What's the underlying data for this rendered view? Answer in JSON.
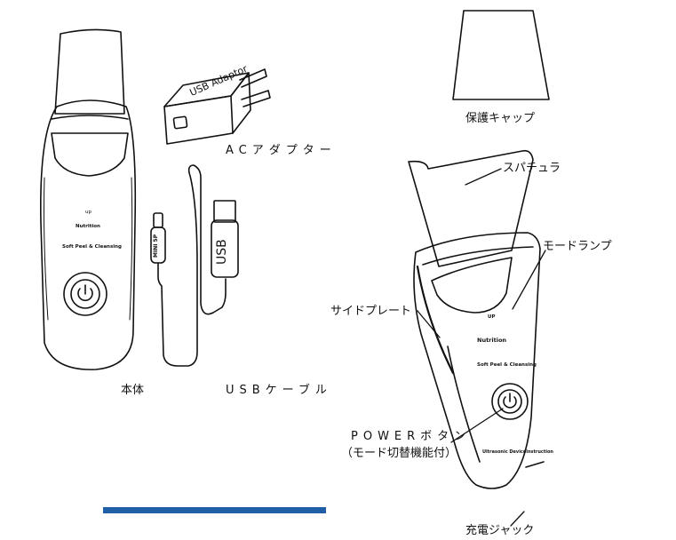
{
  "left_device": {
    "mode_text": "up",
    "line1": "Nutrition",
    "line2": "Soft Peel & Cleansing"
  },
  "adapter": {
    "label_text": "USB Adaptor"
  },
  "cable": {
    "mini_text": "MINI 5P",
    "usb_text": "USB"
  },
  "labels": {
    "body": "本体",
    "ac_adapter": "ACアダプター",
    "usb_cable": "USBケーブル",
    "cap": "保護キャップ",
    "spatula": "スパチュラ",
    "mode_lamp": "モードランプ",
    "side_plate": "サイドプレート",
    "power_button_line1": "POWERボタン",
    "power_button_line2": "（モード切替機能付）",
    "charge_jack": "充電ジャック"
  },
  "right_device": {
    "mode_text": "UP",
    "line1": "Nutrition",
    "line2": "Soft Peel & Cleansing",
    "brand": "Ultrasonic Deviceinstruction"
  },
  "accent_color": "#1f5fa8"
}
